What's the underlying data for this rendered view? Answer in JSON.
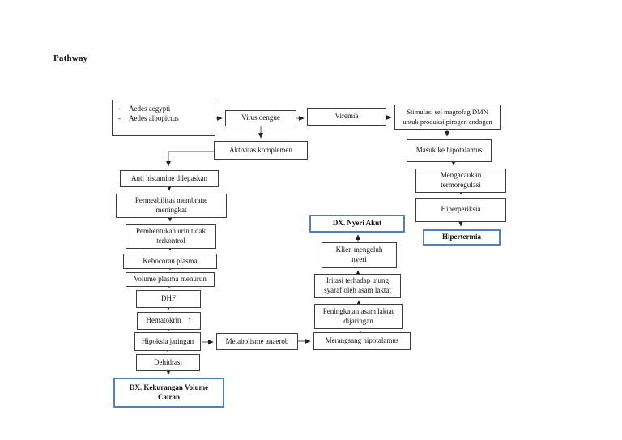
{
  "title": "Pathway",
  "colors": {
    "accent_blue": "#4f81bd",
    "box_border": "#3d3d3d",
    "arrow": "#444444"
  },
  "nodes": {
    "vectors": {
      "bullet": "-",
      "item1": "Aedes aegypti",
      "item2": "Aedes albopictus"
    },
    "virus_dengue": {
      "label": "Virus dengue"
    },
    "viremia": {
      "label": "Viremia"
    },
    "stimulasi": {
      "line1": "Stimulasi sel magrofag DMN",
      "line2": "untuk produksi pirogen endogen"
    },
    "aktivitas_komplemen": {
      "label": "Aktivitas komplemen"
    },
    "masuk_hipotalamus": {
      "label": "Masuk ke hipotalamus"
    },
    "mengacaukan": {
      "line1": "Mengacaukan",
      "line2": "termoregulasi"
    },
    "hiperperiksia": {
      "label": "Hiperperiksia"
    },
    "hipertermia": {
      "label": "Hipertermia"
    },
    "anti_histamine": {
      "label": "Anti histamine dilepaskan"
    },
    "permeabilitas": {
      "line1": "Permeabilitas membrane",
      "line2": "meningkat"
    },
    "pembentukan_urin": {
      "line1": "Pembentukan urin tidak",
      "line2": "terkontrol"
    },
    "kebocoran_plasma": {
      "label": "Kebocoran plasma"
    },
    "volume_plasma": {
      "label": "Volume plasma menurun"
    },
    "dhf": {
      "label": "DHF"
    },
    "hematokrin": {
      "label": "Hematokrin",
      "arrow_up": "↑"
    },
    "hipoksia_jaringan": {
      "label": "Hipoksia jaringan"
    },
    "dehidrasi": {
      "label": "Dehidrasi"
    },
    "dx_kekurangan_volume": {
      "line1": "DX. Kekurangan Volume",
      "line2": "Cairan"
    },
    "metabolisme_anaerob": {
      "label": "Metabolisme anaerob"
    },
    "merangsang_hipotalamus": {
      "label": "Merangsang hipotalamus"
    },
    "peningkatan_asam_laktat": {
      "line1": "Peningkatan asam laktat",
      "line2": "dijaringan"
    },
    "iritasi_ujung_syaraf": {
      "line1": "Iritasi terhadap ujung",
      "line2": "syaraf oleh asam laktat"
    },
    "klien_mengeluh": {
      "line1": "Klien mengeluh",
      "line2": "nyeri"
    },
    "dx_nyeri_akut": {
      "label": "DX. Nyeri Akut"
    }
  }
}
